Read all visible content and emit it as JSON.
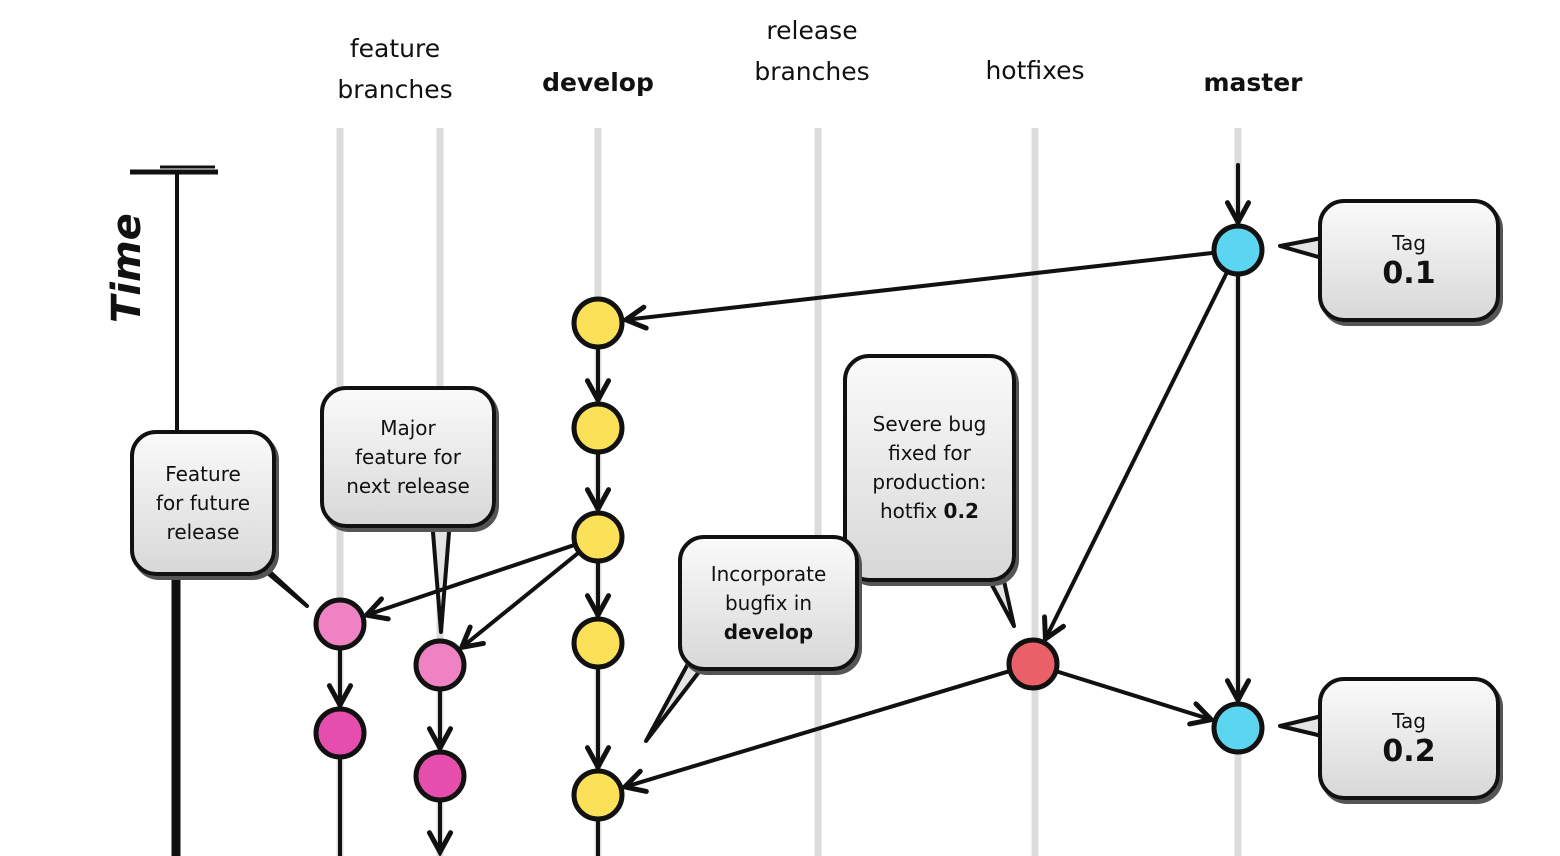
{
  "headers": {
    "feature": [
      "feature",
      "branches"
    ],
    "develop": "develop",
    "release": [
      "release",
      "branches"
    ],
    "hotfixes": "hotfixes",
    "master": "master"
  },
  "time_label": "Time",
  "callouts": {
    "feature_future": [
      "Feature",
      "for future",
      "release"
    ],
    "major_feature": [
      "Major",
      "feature for",
      "next release"
    ],
    "severe_bug": [
      "Severe bug",
      "fixed for",
      "production:",
      "hotfix ",
      "0.2"
    ],
    "incorporate": [
      "Incorporate",
      "bugfix in",
      "develop"
    ],
    "tag1": [
      "Tag",
      "0.1"
    ],
    "tag2": [
      "Tag",
      "0.2"
    ]
  },
  "colors": {
    "master": "#5bd5f0",
    "develop": "#fbe157",
    "feature_light": "#ee82c2",
    "feature_dark": "#e64eae",
    "hotfix": "#ea6068",
    "lane": "#dcdcdc"
  },
  "nodes": [
    {
      "id": "m1",
      "branch": "master",
      "color": "master"
    },
    {
      "id": "d1",
      "branch": "develop",
      "color": "develop"
    },
    {
      "id": "d2",
      "branch": "develop",
      "color": "develop"
    },
    {
      "id": "d3",
      "branch": "develop",
      "color": "develop"
    },
    {
      "id": "d4",
      "branch": "develop",
      "color": "develop"
    },
    {
      "id": "d5",
      "branch": "develop",
      "color": "develop"
    },
    {
      "id": "fa1",
      "branch": "feature-1",
      "color": "feature_light"
    },
    {
      "id": "fa2",
      "branch": "feature-1",
      "color": "feature_dark"
    },
    {
      "id": "fb1",
      "branch": "feature-2",
      "color": "feature_light"
    },
    {
      "id": "fb2",
      "branch": "feature-2",
      "color": "feature_dark"
    },
    {
      "id": "h1",
      "branch": "hotfix",
      "color": "hotfix"
    },
    {
      "id": "m2",
      "branch": "master",
      "color": "master"
    }
  ],
  "edges": [
    [
      "m1",
      "d1"
    ],
    [
      "d1",
      "d2"
    ],
    [
      "d2",
      "d3"
    ],
    [
      "d3",
      "d4"
    ],
    [
      "d4",
      "d5"
    ],
    [
      "d3",
      "fa1"
    ],
    [
      "d3",
      "fb1"
    ],
    [
      "fa1",
      "fa2"
    ],
    [
      "fb1",
      "fb2"
    ],
    [
      "m1",
      "h1"
    ],
    [
      "m1",
      "m2"
    ],
    [
      "h1",
      "m2"
    ],
    [
      "h1",
      "d5"
    ]
  ]
}
